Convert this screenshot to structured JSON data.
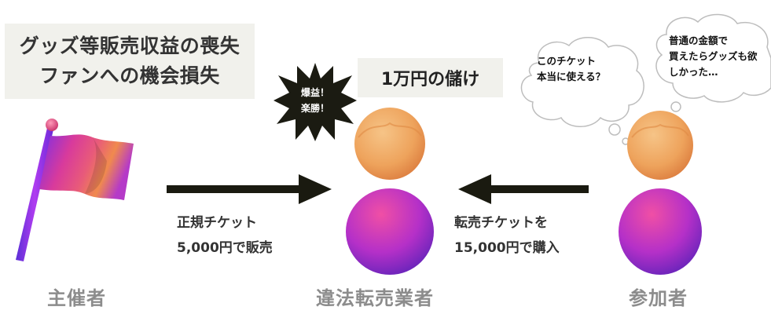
{
  "organizer": {
    "loss_lines": [
      "グッズ等販売収益の喪失",
      "ファンへの機会損失"
    ],
    "role": "主催者"
  },
  "scalper": {
    "profit": "1万円の儲け",
    "burst_lines": [
      "爆益！",
      "楽勝！"
    ],
    "role": "違法転売業者"
  },
  "participant": {
    "thought1_lines": [
      "このチケット",
      "本当に使える？"
    ],
    "thought2_lines": [
      "普通の金額で",
      "買えたらグッズも欲",
      "しかった…"
    ],
    "role": "参加者"
  },
  "arrows": {
    "official_lines": [
      "正規チケット",
      "5,000円で販売"
    ],
    "resale_lines": [
      "転売チケットを",
      "15,000円で購入"
    ]
  },
  "colors": {
    "arrow": "#1a1a10",
    "burst": "#1b1b12",
    "box_bg": "#f1f1ec",
    "role_text": "#8c8c8c"
  },
  "icons": {
    "organizer": "flag-icon",
    "scalper": "person-icon",
    "participant": "person-icon"
  }
}
